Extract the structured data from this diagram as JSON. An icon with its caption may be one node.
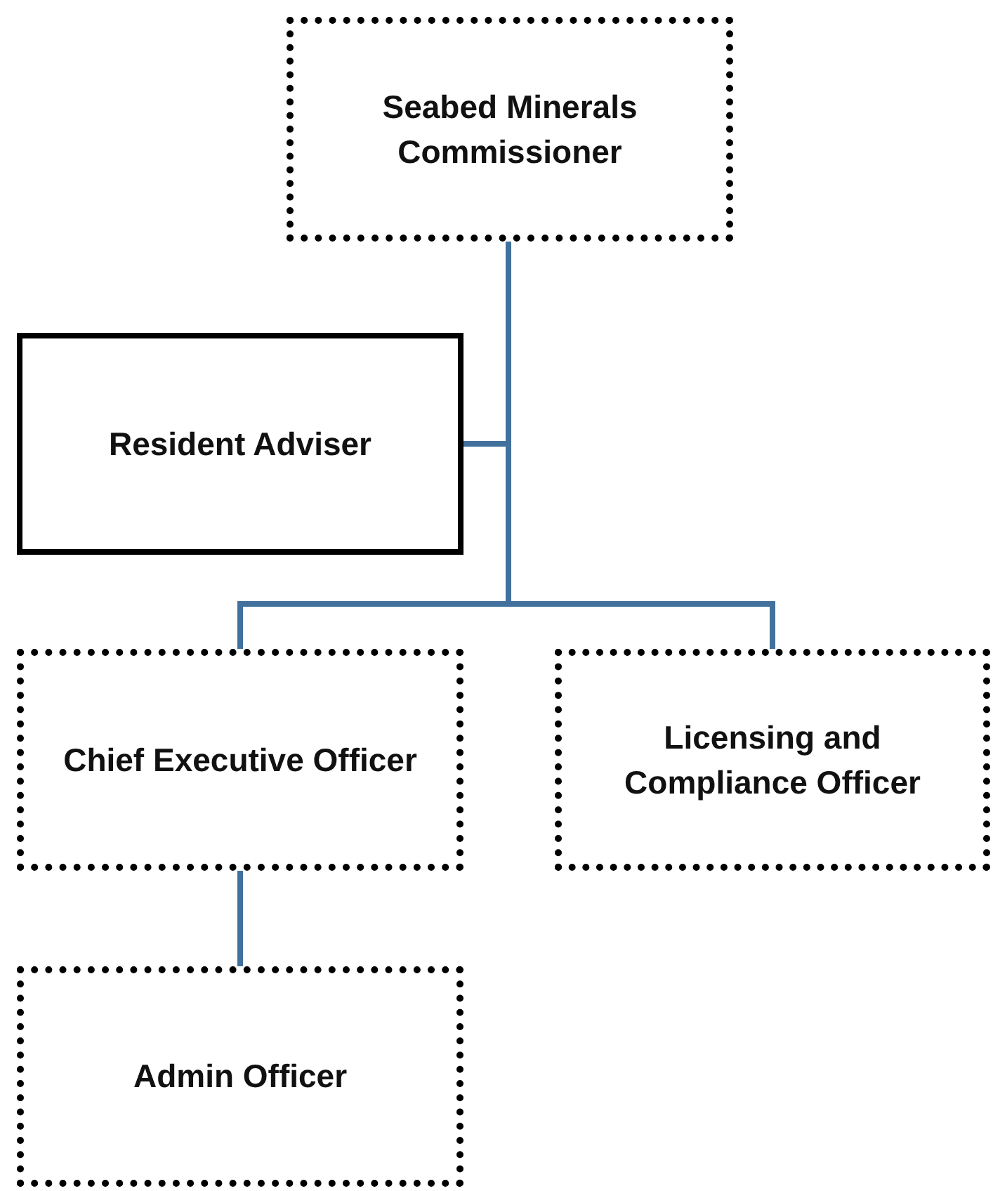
{
  "diagram": {
    "nodes": [
      {
        "text": [
          "Seabed Minerals Commissioner"
        ]
      },
      {
        "text": [
          "Resident Adviser"
        ]
      },
      {
        "text": [
          "Chief Executive Officer"
        ]
      },
      {
        "text": [
          "Licensing and Compliance Officer"
        ]
      },
      {
        "text": [
          "Admin Officer"
        ]
      }
    ],
    "edges": [
      {
        "from": 0,
        "to": 1,
        "arrow": "none"
      },
      {
        "from": 0,
        "to": 2,
        "arrow": "none"
      },
      {
        "from": 0,
        "to": 3,
        "arrow": "none"
      },
      {
        "from": 2,
        "to": 4,
        "arrow": "none"
      }
    ]
  }
}
